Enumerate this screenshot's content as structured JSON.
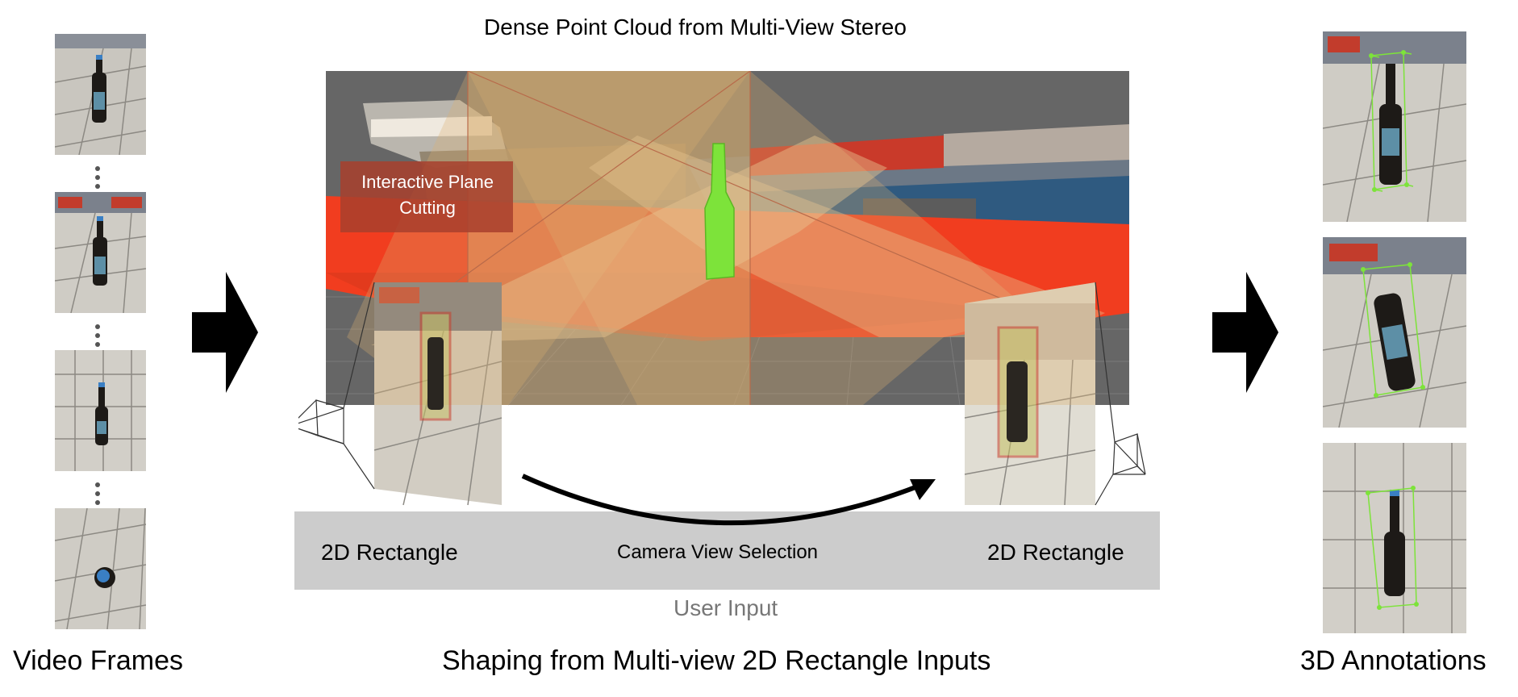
{
  "title": "Dense Point Cloud from Multi-View Stereo",
  "left_caption": "Video Frames",
  "center_caption": "Shaping from Multi-view 2D Rectangle Inputs",
  "right_caption": "3D Annotations",
  "plane_label": "Interactive Plane Cutting",
  "user_input": {
    "left_label": "2D Rectangle",
    "center_label": "Camera View Selection",
    "right_label": "2D Rectangle",
    "caption": "User Input"
  },
  "colors": {
    "point_cloud_bg": "#666666",
    "ground_red": "#f13d1f",
    "bottle_green": "#7de33a",
    "frustum_fill": "#d9b070",
    "rect_outline": "#c8402c",
    "plane_box": "#a8402d",
    "input_bar": "#cccccc",
    "tile_light": "#d8d5ce",
    "tile_line": "#7a7873"
  }
}
